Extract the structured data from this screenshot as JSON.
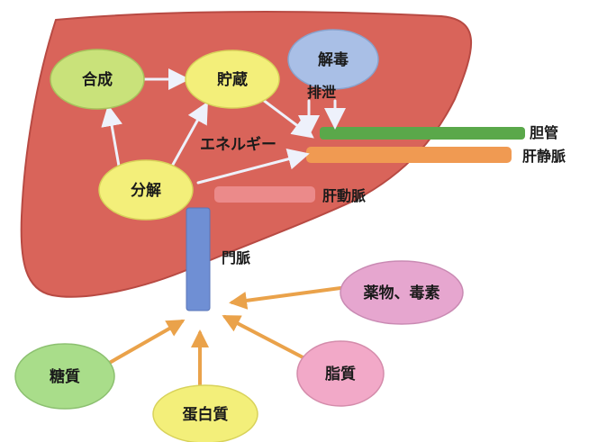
{
  "functions": {
    "synthesis": "合成",
    "storage": "貯蔵",
    "detox": "解毒",
    "decomposition": "分解",
    "excretion": "排泄",
    "energy": "エネルギー"
  },
  "vessels": {
    "bile_duct": "胆管",
    "hepatic_vein": "肝静脈",
    "hepatic_artery": "肝動脈",
    "portal_vein": "門脈"
  },
  "nutrients": {
    "drugs_toxins": "薬物、毒素",
    "sugar": "糖質",
    "protein": "蛋白質",
    "lipid": "脂質"
  },
  "colors": {
    "liver": "#d9645a",
    "liver_edge": "#b84a43",
    "yellow_oval": "#f3ef7a",
    "green_oval": "#c9e27a",
    "blue_oval": "#a9bfe6",
    "pink_oval": "#e6a6cf",
    "light_green_oval": "#a9dd8a",
    "light_pink_oval": "#f2a9c8",
    "bile_duct": "#5aa84a",
    "hepatic_vein": "#f09a52",
    "hepatic_artery": "#eb8a8a",
    "portal_vein": "#6f8fd4",
    "arrow_white": "#eef1fb",
    "arrow_orange": "#eaa24a"
  }
}
